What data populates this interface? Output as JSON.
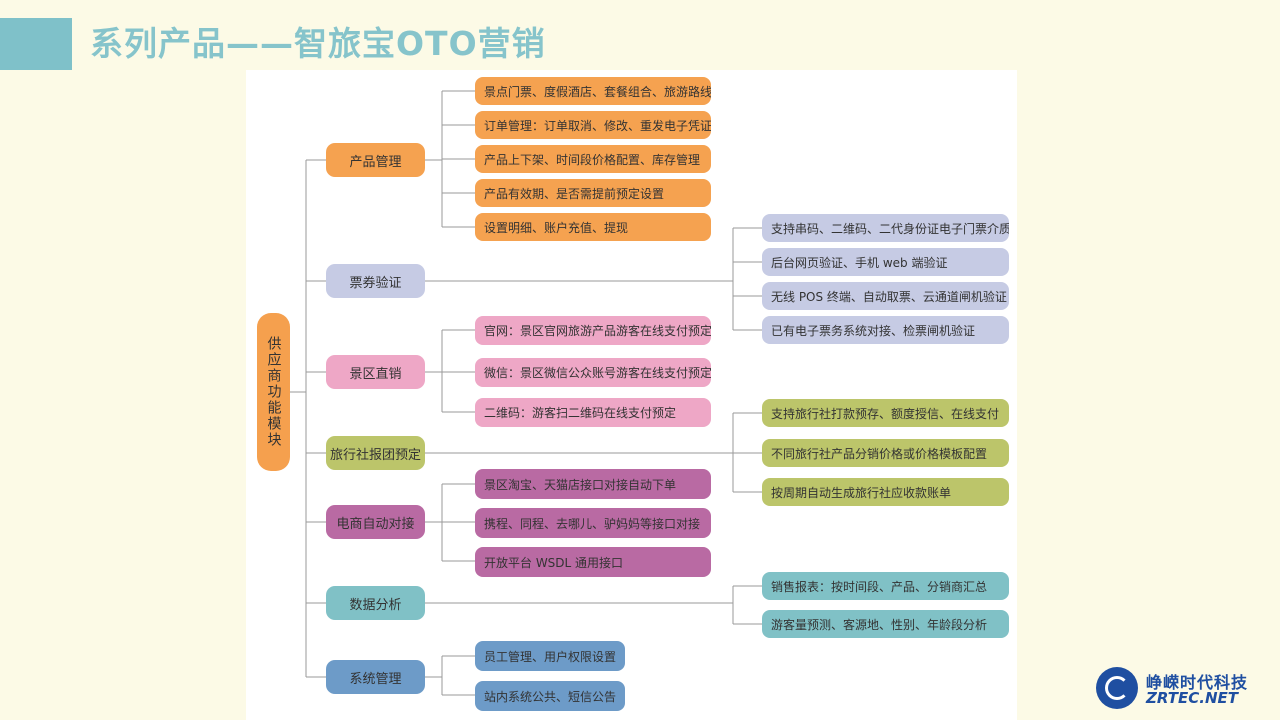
{
  "title": "系列产品——智旅宝OTO营销",
  "root": "供应商功能模块",
  "categories": [
    {
      "label": "产品管理",
      "items": [
        "景点门票、度假酒店、套餐组合、旅游路线",
        "订单管理：订单取消、修改、重发电子凭证",
        "产品上下架、时间段价格配置、库存管理",
        "产品有效期、是否需提前预定设置",
        "设置明细、账户充值、提现"
      ]
    },
    {
      "label": "票券验证",
      "items": [
        "支持串码、二维码、二代身份证电子门票介质",
        "后台网页验证、手机 web 端验证",
        "无线 POS 终端、自动取票、云通道闸机验证",
        "已有电子票务系统对接、检票闸机验证"
      ]
    },
    {
      "label": "景区直销",
      "items": [
        "官网：景区官网旅游产品游客在线支付预定",
        "微信：景区微信公众账号游客在线支付预定",
        "二维码：游客扫二维码在线支付预定"
      ]
    },
    {
      "label": "旅行社报团预定",
      "items": [
        "支持旅行社打款预存、额度授信、在线支付",
        "不同旅行社产品分销价格或价格模板配置",
        "按周期自动生成旅行社应收款账单"
      ]
    },
    {
      "label": "电商自动对接",
      "items": [
        "景区淘宝、天猫店接口对接自动下单",
        "携程、同程、去哪儿、驴妈妈等接口对接",
        "开放平台 WSDL 通用接口"
      ]
    },
    {
      "label": "数据分析",
      "items": [
        "销售报表：按时间段、产品、分销商汇总",
        "游客量预测、客源地、性别、年龄段分析"
      ]
    },
    {
      "label": "系统管理",
      "items": [
        "员工管理、用户权限设置",
        "站内系统公共、短信公告"
      ]
    }
  ],
  "logo": {
    "cn": "峥嵘时代科技",
    "en": "ZRTEC.NET"
  }
}
